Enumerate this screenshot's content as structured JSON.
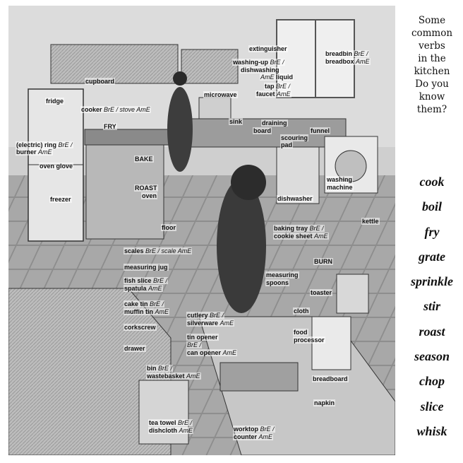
{
  "illustration": {
    "description_labels": [
      {
        "id": "extinguisher",
        "text": "extinguisher",
        "note": ""
      },
      {
        "id": "breadbin",
        "text": "breadbin",
        "note": "BrE /"
      },
      {
        "id": "breadbox",
        "text": "breadbox",
        "note": "AmE"
      },
      {
        "id": "washing_up",
        "text": "washing-up",
        "note": "BrE /"
      },
      {
        "id": "dishwashing",
        "text": "dishwashing",
        "note": ""
      },
      {
        "id": "liquid",
        "text": "liquid",
        "note": "AmE"
      },
      {
        "id": "tap",
        "text": "tap",
        "note": "BrE /"
      },
      {
        "id": "faucet",
        "text": "faucet",
        "note": "AmE"
      },
      {
        "id": "cupboard",
        "text": "cupboard",
        "note": ""
      },
      {
        "id": "fridge",
        "text": "fridge",
        "note": ""
      },
      {
        "id": "microwave",
        "text": "microwave",
        "note": ""
      },
      {
        "id": "cooker",
        "text": "cooker",
        "note": "BrE / stove AmE"
      },
      {
        "id": "fry",
        "text": "FRY",
        "note": ""
      },
      {
        "id": "sink",
        "text": "sink",
        "note": ""
      },
      {
        "id": "draining",
        "text": "draining",
        "note": ""
      },
      {
        "id": "board",
        "text": "board",
        "note": ""
      },
      {
        "id": "funnel",
        "text": "funnel",
        "note": ""
      },
      {
        "id": "scouring",
        "text": "scouring",
        "note": ""
      },
      {
        "id": "pad",
        "text": "pad",
        "note": ""
      },
      {
        "id": "ring",
        "text": "(electric) ring",
        "note": "BrE /"
      },
      {
        "id": "burner",
        "text": "burner",
        "note": "AmE"
      },
      {
        "id": "bake",
        "text": "BAKE",
        "note": ""
      },
      {
        "id": "oven_glove",
        "text": "oven glove",
        "note": ""
      },
      {
        "id": "washing_machine",
        "text": "washing",
        "note": ""
      },
      {
        "id": "machine",
        "text": "machine",
        "note": ""
      },
      {
        "id": "roast",
        "text": "ROAST",
        "note": ""
      },
      {
        "id": "oven",
        "text": "oven",
        "note": ""
      },
      {
        "id": "dishwasher",
        "text": "dishwasher",
        "note": ""
      },
      {
        "id": "freezer",
        "text": "freezer",
        "note": ""
      },
      {
        "id": "kettle",
        "text": "kettle",
        "note": ""
      },
      {
        "id": "floor",
        "text": "floor",
        "note": ""
      },
      {
        "id": "baking_tray",
        "text": "baking tray",
        "note": "BrE /"
      },
      {
        "id": "cookie_sheet",
        "text": "cookie sheet",
        "note": "AmE"
      },
      {
        "id": "scales",
        "text": "scales",
        "note": "BrE / scale AmE"
      },
      {
        "id": "burn",
        "text": "BURN",
        "note": ""
      },
      {
        "id": "measuring_jug",
        "text": "measuring jug",
        "note": ""
      },
      {
        "id": "measuring",
        "text": "measuring",
        "note": ""
      },
      {
        "id": "spoons",
        "text": "spoons",
        "note": ""
      },
      {
        "id": "fish_slice",
        "text": "fish slice",
        "note": "BrE /"
      },
      {
        "id": "spatula",
        "text": "spatula",
        "note": "AmE"
      },
      {
        "id": "toaster",
        "text": "toaster",
        "note": ""
      },
      {
        "id": "cake_tin",
        "text": "cake tin",
        "note": "BrE /"
      },
      {
        "id": "muffin_tin",
        "text": "muffin tin",
        "note": "AmE"
      },
      {
        "id": "cloth",
        "text": "cloth",
        "note": ""
      },
      {
        "id": "cutlery",
        "text": "cutlery",
        "note": "BrE /"
      },
      {
        "id": "silverware",
        "text": "silverware",
        "note": "AmE"
      },
      {
        "id": "corkscrew",
        "text": "corkscrew",
        "note": ""
      },
      {
        "id": "food",
        "text": "food",
        "note": ""
      },
      {
        "id": "processor",
        "text": "processor",
        "note": ""
      },
      {
        "id": "tin_opener",
        "text": "tin opener",
        "note": ""
      },
      {
        "id": "can_opener_bre",
        "text": "",
        "note": "BrE /"
      },
      {
        "id": "can_opener",
        "text": "can opener",
        "note": "AmE"
      },
      {
        "id": "drawer",
        "text": "drawer",
        "note": ""
      },
      {
        "id": "bin",
        "text": "bin",
        "note": "BrE /"
      },
      {
        "id": "wastebasket",
        "text": "wastebasket",
        "note": "AmE"
      },
      {
        "id": "breadboard",
        "text": "breadboard",
        "note": ""
      },
      {
        "id": "napkin",
        "text": "napkin",
        "note": ""
      },
      {
        "id": "tea_towel",
        "text": "tea towel",
        "note": "BrE /"
      },
      {
        "id": "dishcloth",
        "text": "dishcloth",
        "note": "AmE"
      },
      {
        "id": "worktop",
        "text": "worktop",
        "note": "BrE /"
      },
      {
        "id": "counter",
        "text": "counter",
        "note": "AmE"
      }
    ]
  },
  "sidebar": {
    "prompt_lines": [
      "Some",
      "common",
      "verbs",
      "in the",
      "kitchen",
      "Do you",
      "know",
      "them?"
    ]
  },
  "verbs": [
    "cook",
    "boil",
    "fry",
    "grate",
    "sprinkle",
    "stir",
    "roast",
    "season",
    "chop",
    "slice",
    "whisk"
  ]
}
